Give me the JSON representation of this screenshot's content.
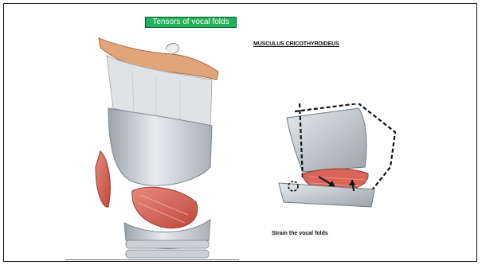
{
  "slide": {
    "title": "Tensors of vocal folds",
    "muscle_heading": "MUSCULUS CRICOTHYROIDEUS",
    "caption": "Strain the vocal folds"
  },
  "figures": {
    "larynx_illustration": "larynx-with-cricothyroid-muscle",
    "detail_illustration": "cricothyroid-action-diagram"
  },
  "colors": {
    "title_box": "#22b05a",
    "muscle": "#d9655a",
    "cartilage": "#c9d0d6",
    "bone": "#d99a6a"
  }
}
